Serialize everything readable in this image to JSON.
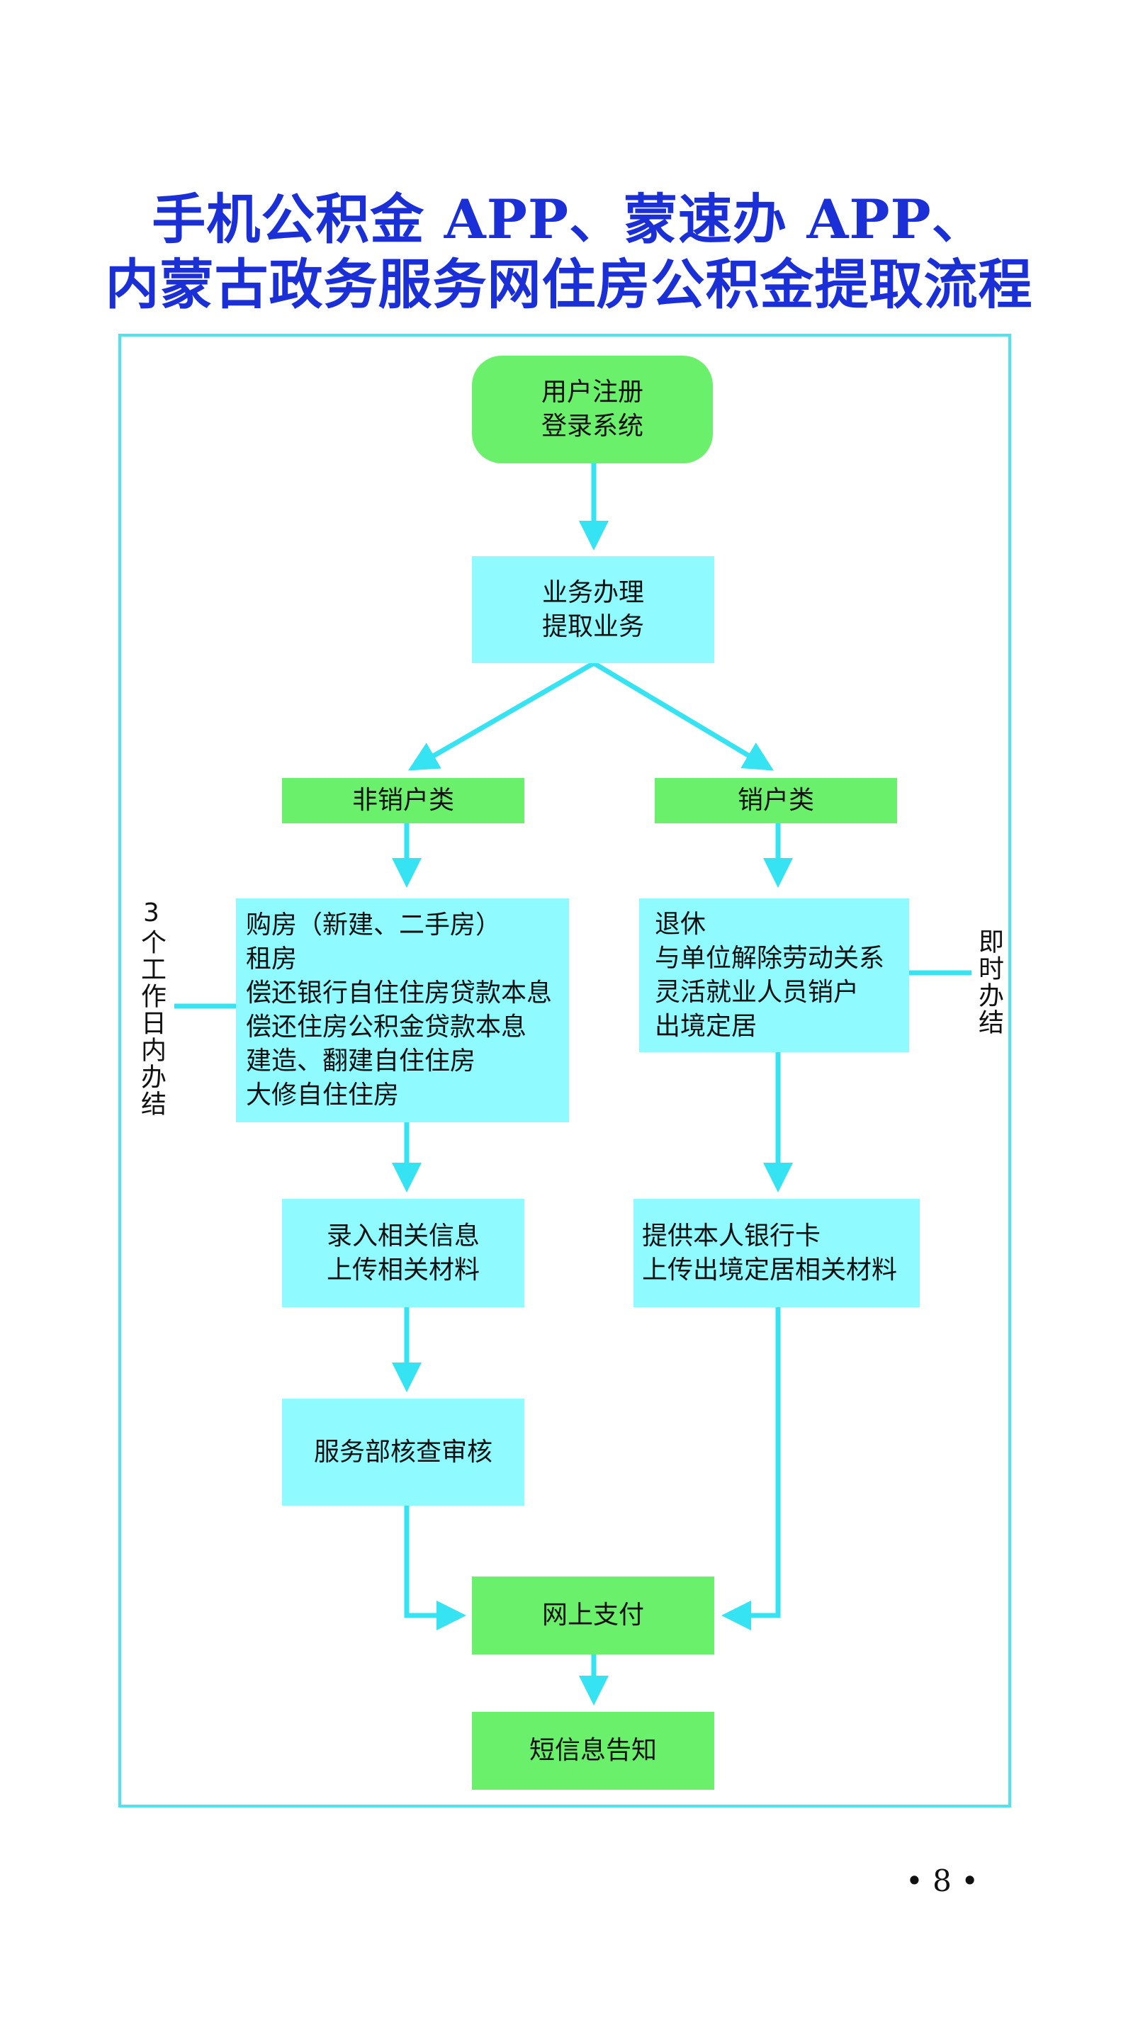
{
  "title": {
    "line1": "手机公积金 APP、蒙速办 APP、",
    "line2": "内蒙古政务服务网住房公积金提取流程"
  },
  "nodes": {
    "register": [
      "用户注册",
      "登录系统"
    ],
    "business": [
      "业务办理",
      "提取业务"
    ],
    "non_cancel": "非销户类",
    "cancel": "销户类",
    "non_cancel_items": [
      "购房（新建、二手房）",
      "租房",
      "偿还银行自住住房贷款本息",
      "偿还住房公积金贷款本息",
      "建造、翻建自住住房",
      "大修自住住房"
    ],
    "cancel_items": [
      "退休",
      "与单位解除劳动关系",
      "灵活就业人员销户",
      "出境定居"
    ],
    "upload_info": [
      "录入相关信息",
      "上传相关材料"
    ],
    "bank_card": [
      "提供本人银行卡",
      "上传出境定居相关材料"
    ],
    "review": "服务部核查审核",
    "payment": "网上支付",
    "sms": "短信息告知"
  },
  "notes": {
    "left": "3个工作日内办结",
    "right": "即时办结"
  },
  "page_number": "• 8 •",
  "colors": {
    "title": "#1a2fd6",
    "green": "#6af06a",
    "cyan": "#8ffaff",
    "arrow": "#36e3f2",
    "frame": "#4fe3ef"
  }
}
